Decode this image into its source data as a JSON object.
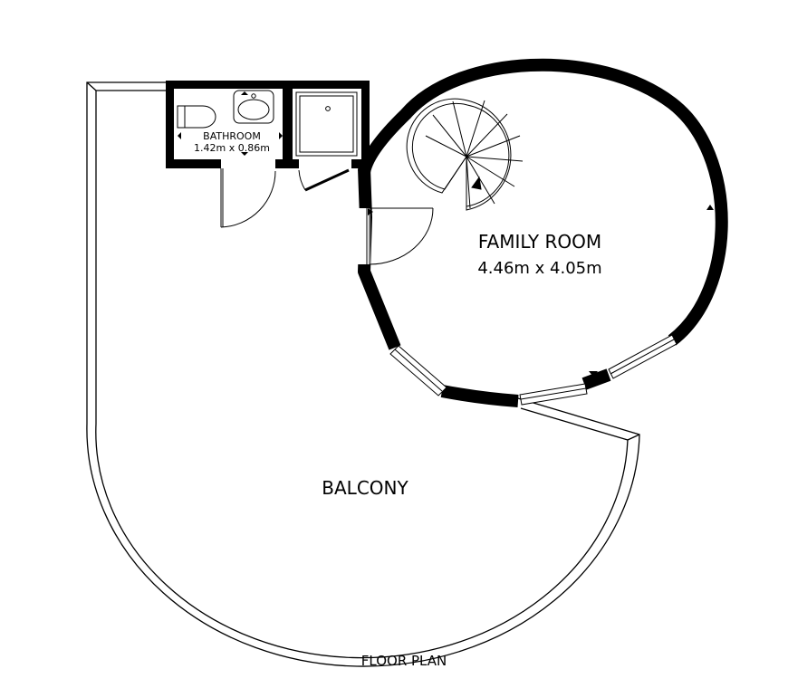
{
  "plan": {
    "caption": "FLOOR PLAN",
    "rooms": {
      "family_room": {
        "name": "FAMILY ROOM",
        "dimensions": "4.46m x 4.05m"
      },
      "bathroom": {
        "name": "BATHROOM",
        "dimensions": "1.42m x 0.86m"
      },
      "balcony": {
        "name": "BALCONY"
      }
    },
    "colors": {
      "wall": "#000000",
      "background": "#ffffff"
    }
  }
}
